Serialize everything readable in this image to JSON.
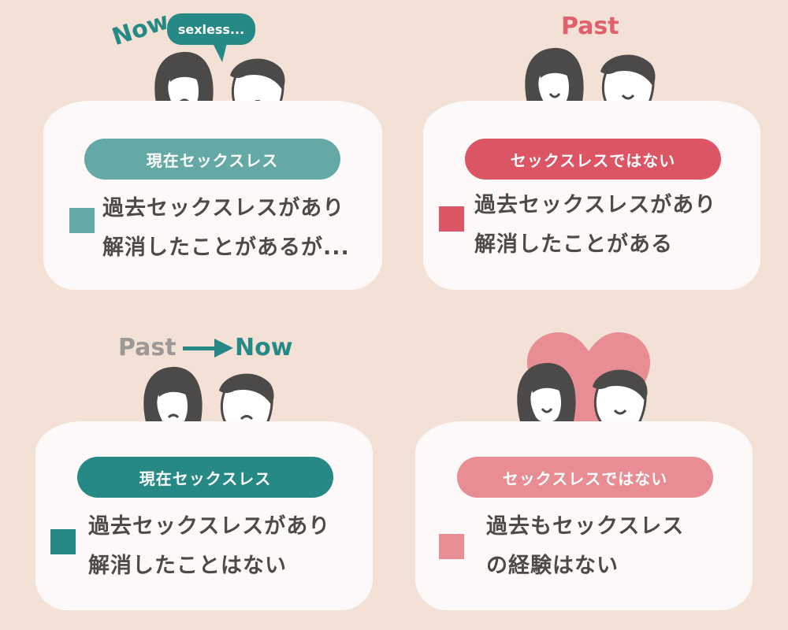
{
  "colors": {
    "background": "#f3e1d5",
    "card": "#fdf9f8",
    "teal_light": "#64a9a6",
    "teal_dark": "#278985",
    "red": "#db5565",
    "pink": "#e88d93",
    "hair": "#4b4a48",
    "text": "#4d4a47",
    "grey": "#9d9896"
  },
  "panels": [
    {
      "id": "current-resolved",
      "label_now": "Now",
      "speech_bubble": "sexless...",
      "pill": "現在セックスレス",
      "text_lines": [
        "過去セックスレスがあり",
        "解消したことがあるが..."
      ]
    },
    {
      "id": "past-resolved",
      "label_past": "Past",
      "pill": "セックスレスではない",
      "text_lines": [
        "過去セックスレスがあり",
        "解消したことがある"
      ]
    },
    {
      "id": "current-unresolved",
      "label_past": "Past",
      "label_now": "Now",
      "pill": "現在セックスレス",
      "text_lines": [
        "過去セックスレスがあり",
        "解消したことはない"
      ]
    },
    {
      "id": "never",
      "pill": "セックスレスではない",
      "text_lines": [
        "過去もセックスレス",
        "の経験はない"
      ]
    }
  ]
}
